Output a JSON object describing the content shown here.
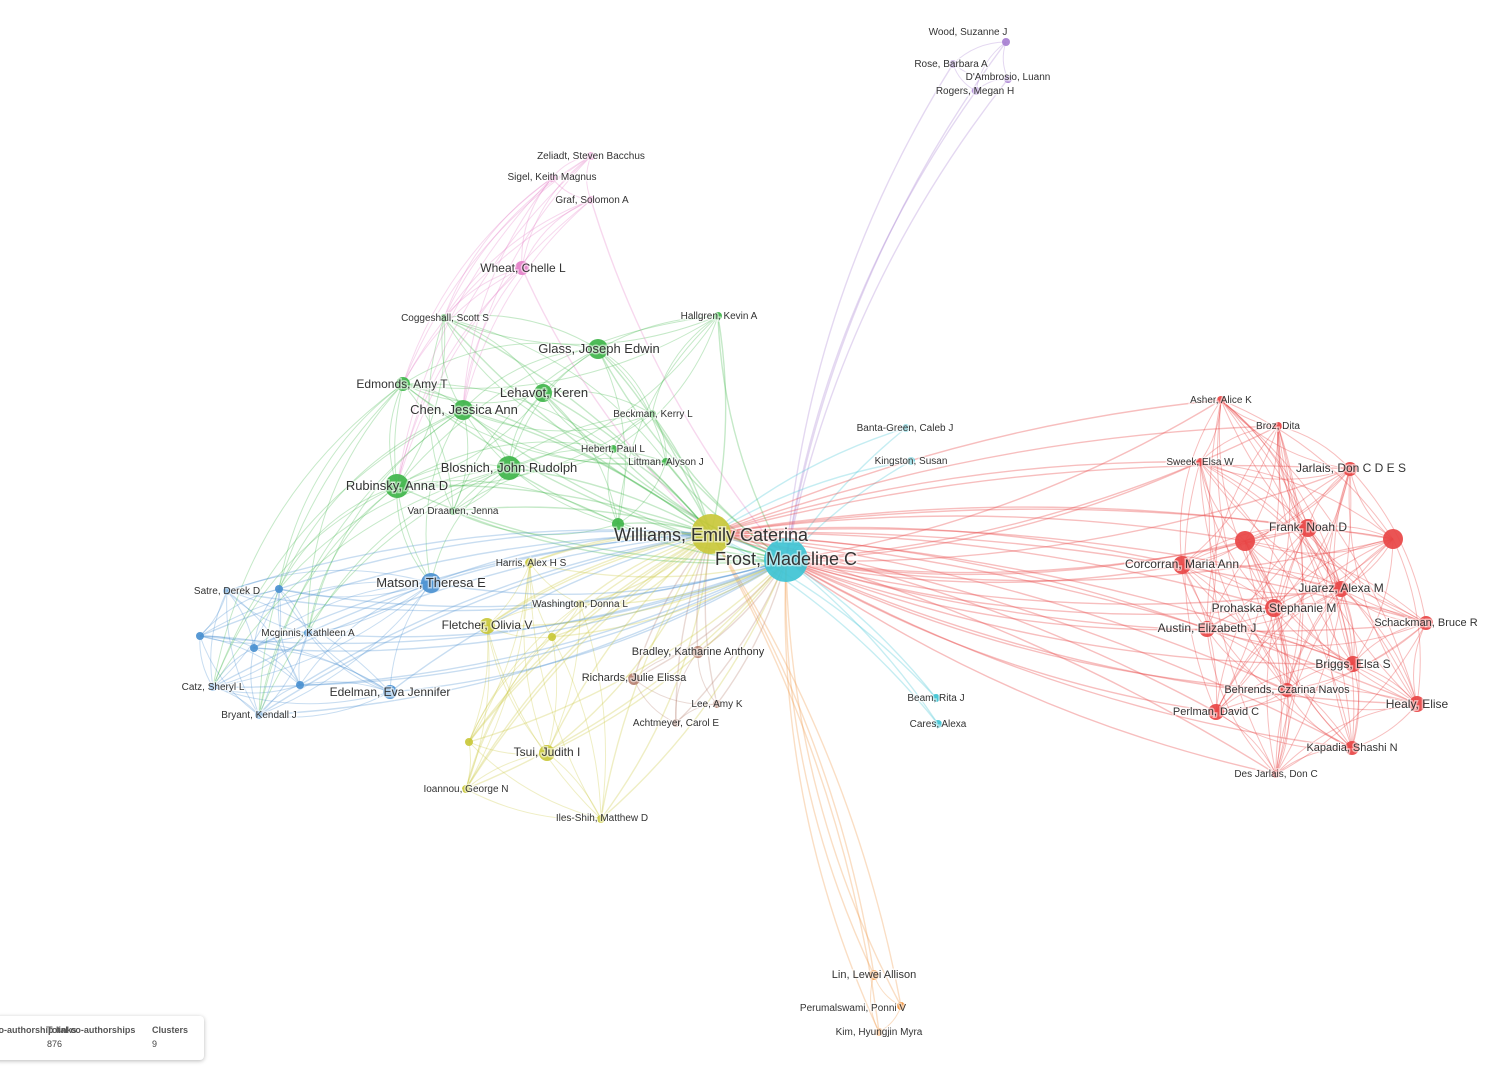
{
  "network": {
    "cluster_colors": {
      "red": "#e84545",
      "green": "#3fb54a",
      "blue": "#4a90d0",
      "yellow": "#c9c83a",
      "purple": "#a77fd1",
      "cyan": "#3ec3d4",
      "orange": "#f0913a",
      "brown": "#b68070",
      "pink": "#e47fc8"
    },
    "nodes": [
      {
        "id": "frost",
        "label": "Frost, Madeline C",
        "cluster": "cyan"
      },
      {
        "id": "williams",
        "label": "Williams, Emily Caterina",
        "cluster": "yellow"
      },
      {
        "id": "wood",
        "label": "Wood, Suzanne J",
        "cluster": "purple"
      },
      {
        "id": "rose",
        "label": "Rose, Barbara A",
        "cluster": "purple"
      },
      {
        "id": "dambrosio",
        "label": "D'Ambrosio, Luann",
        "cluster": "purple"
      },
      {
        "id": "rogers",
        "label": "Rogers, Megan H",
        "cluster": "purple"
      },
      {
        "id": "zeliadt",
        "label": "Zeliadt, Steven Bacchus",
        "cluster": "pink"
      },
      {
        "id": "sigel",
        "label": "Sigel, Keith Magnus",
        "cluster": "pink"
      },
      {
        "id": "graf",
        "label": "Graf, Solomon A",
        "cluster": "pink"
      },
      {
        "id": "wheat",
        "label": "Wheat, Chelle L",
        "cluster": "pink"
      },
      {
        "id": "coggeshall",
        "label": "Coggeshall, Scott S",
        "cluster": "green"
      },
      {
        "id": "hallgren",
        "label": "Hallgren, Kevin A",
        "cluster": "green"
      },
      {
        "id": "glass",
        "label": "Glass, Joseph Edwin",
        "cluster": "green"
      },
      {
        "id": "edmonds",
        "label": "Edmonds, Amy T",
        "cluster": "green"
      },
      {
        "id": "lehavot",
        "label": "Lehavot, Keren",
        "cluster": "green"
      },
      {
        "id": "chen",
        "label": "Chen, Jessica Ann",
        "cluster": "green"
      },
      {
        "id": "beckman",
        "label": "Beckman, Kerry L",
        "cluster": "green"
      },
      {
        "id": "hebert",
        "label": "Hebert, Paul L",
        "cluster": "green"
      },
      {
        "id": "littman",
        "label": "Littman, Alyson J",
        "cluster": "green"
      },
      {
        "id": "blosnich",
        "label": "Blosnich, John Rudolph",
        "cluster": "green"
      },
      {
        "id": "rubinsky",
        "label": "Rubinsky, Anna D",
        "cluster": "green"
      },
      {
        "id": "vandraanen",
        "label": "Van Draanen, Jenna",
        "cluster": "green"
      },
      {
        "id": "green_unl",
        "label": "",
        "cluster": "green"
      },
      {
        "id": "matson",
        "label": "Matson, Theresa E",
        "cluster": "blue"
      },
      {
        "id": "satre",
        "label": "Satre, Derek D",
        "cluster": "blue"
      },
      {
        "id": "blue_a",
        "label": "",
        "cluster": "blue"
      },
      {
        "id": "blue_b",
        "label": "",
        "cluster": "blue"
      },
      {
        "id": "mcginnis",
        "label": "Mcginnis, Kathleen A",
        "cluster": "blue"
      },
      {
        "id": "blue_c",
        "label": "",
        "cluster": "blue"
      },
      {
        "id": "catz",
        "label": "Catz, Sheryl L",
        "cluster": "blue"
      },
      {
        "id": "blue_d",
        "label": "",
        "cluster": "blue"
      },
      {
        "id": "bryant",
        "label": "Bryant, Kendall J",
        "cluster": "blue"
      },
      {
        "id": "edelman",
        "label": "Edelman, Eva Jennifer",
        "cluster": "blue"
      },
      {
        "id": "harris",
        "label": "Harris, Alex H S",
        "cluster": "yellow"
      },
      {
        "id": "washington",
        "label": "Washington, Donna L",
        "cluster": "yellow"
      },
      {
        "id": "fletcher",
        "label": "Fletcher, Olivia V",
        "cluster": "yellow"
      },
      {
        "id": "yellow_a",
        "label": "",
        "cluster": "yellow"
      },
      {
        "id": "yellow_b",
        "label": "",
        "cluster": "yellow"
      },
      {
        "id": "tsui",
        "label": "Tsui, Judith I",
        "cluster": "yellow"
      },
      {
        "id": "ioannou",
        "label": "Ioannou, George N",
        "cluster": "yellow"
      },
      {
        "id": "ilesshih",
        "label": "Iles-Shih, Matthew D",
        "cluster": "yellow"
      },
      {
        "id": "bradley",
        "label": "Bradley, Katharine Anthony",
        "cluster": "brown"
      },
      {
        "id": "richards",
        "label": "Richards, Julie Elissa",
        "cluster": "brown"
      },
      {
        "id": "lee",
        "label": "Lee, Amy K",
        "cluster": "brown"
      },
      {
        "id": "achtmeyer",
        "label": "Achtmeyer, Carol E",
        "cluster": "brown"
      },
      {
        "id": "bantagreen",
        "label": "Banta-Green, Caleb J",
        "cluster": "cyan"
      },
      {
        "id": "kingston",
        "label": "Kingston, Susan",
        "cluster": "cyan"
      },
      {
        "id": "beam",
        "label": "Beam, Rita J",
        "cluster": "cyan"
      },
      {
        "id": "cares",
        "label": "Cares, Alexa",
        "cluster": "cyan"
      },
      {
        "id": "lin",
        "label": "Lin, Lewei Allison",
        "cluster": "orange"
      },
      {
        "id": "perumalswami",
        "label": "Perumalswami, Ponni V",
        "cluster": "orange"
      },
      {
        "id": "kim",
        "label": "Kim, Hyungjin Myra",
        "cluster": "orange"
      },
      {
        "id": "asher",
        "label": "Asher, Alice K",
        "cluster": "red"
      },
      {
        "id": "broz",
        "label": "Broz, Dita",
        "cluster": "red"
      },
      {
        "id": "sweek",
        "label": "Sweek, Elsa W",
        "cluster": "red"
      },
      {
        "id": "jarlais",
        "label": "Jarlais, Don C D E S",
        "cluster": "red"
      },
      {
        "id": "frank",
        "label": "Frank, Noah D",
        "cluster": "red"
      },
      {
        "id": "red_a",
        "label": "",
        "cluster": "red"
      },
      {
        "id": "red_b",
        "label": "",
        "cluster": "red"
      },
      {
        "id": "corcorran",
        "label": "Corcorran, Maria Ann",
        "cluster": "red"
      },
      {
        "id": "juarez",
        "label": "Juarez, Alexa M",
        "cluster": "red"
      },
      {
        "id": "prohaska",
        "label": "Prohaska, Stephanie M",
        "cluster": "red"
      },
      {
        "id": "austin",
        "label": "Austin, Elizabeth J",
        "cluster": "red"
      },
      {
        "id": "schackman",
        "label": "Schackman, Bruce R",
        "cluster": "red"
      },
      {
        "id": "briggs",
        "label": "Briggs, Elsa S",
        "cluster": "red"
      },
      {
        "id": "behrends",
        "label": "Behrends, Czarina Navos",
        "cluster": "red"
      },
      {
        "id": "healy",
        "label": "Healy, Elise",
        "cluster": "red"
      },
      {
        "id": "perlman",
        "label": "Perlman, David C",
        "cluster": "red"
      },
      {
        "id": "kapadia",
        "label": "Kapadia, Shashi N",
        "cluster": "red"
      },
      {
        "id": "desjarlais",
        "label": "Des Jarlais, Don C",
        "cluster": "red"
      }
    ]
  },
  "stats": {
    "links_label": "Co-authorship links",
    "links_value": "",
    "total_label": "Total co-authorships",
    "total_value": "876",
    "clusters_label": "Clusters",
    "clusters_value": "9"
  }
}
